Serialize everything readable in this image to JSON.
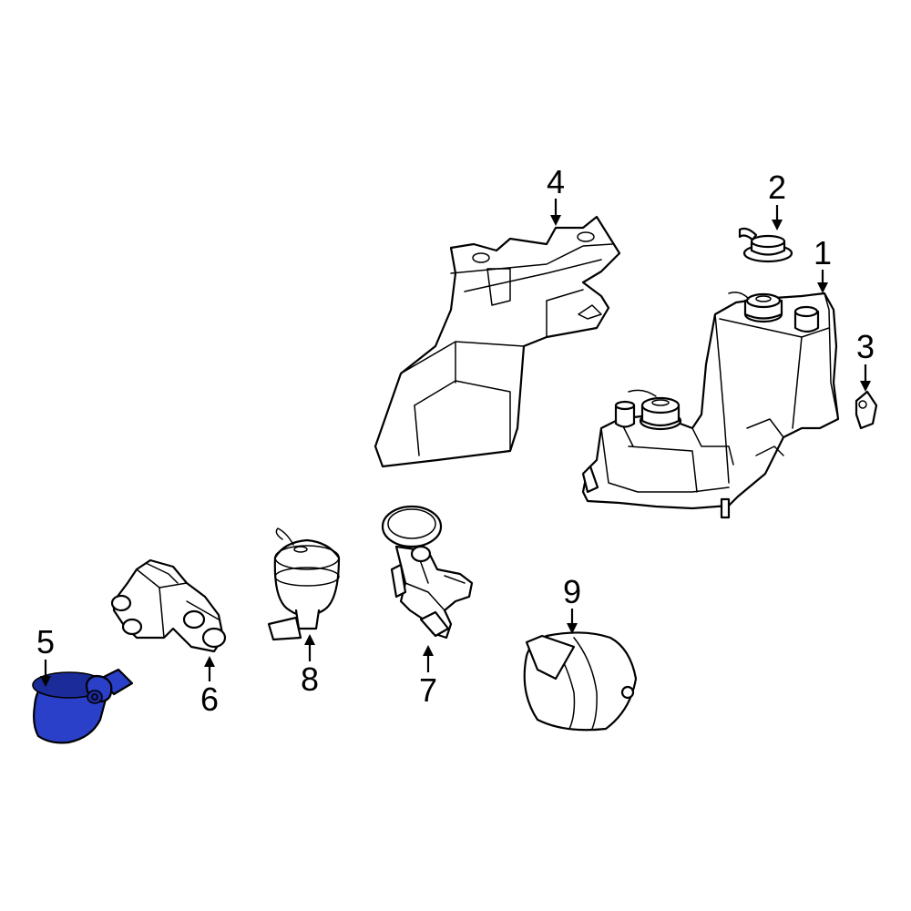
{
  "diagram": {
    "highlight_color": "#2b40c8",
    "line_color": "#000000",
    "background_color": "#ffffff",
    "callouts": [
      "1",
      "2",
      "3",
      "4",
      "5",
      "6",
      "7",
      "8",
      "9"
    ],
    "highlighted_part": "5"
  }
}
